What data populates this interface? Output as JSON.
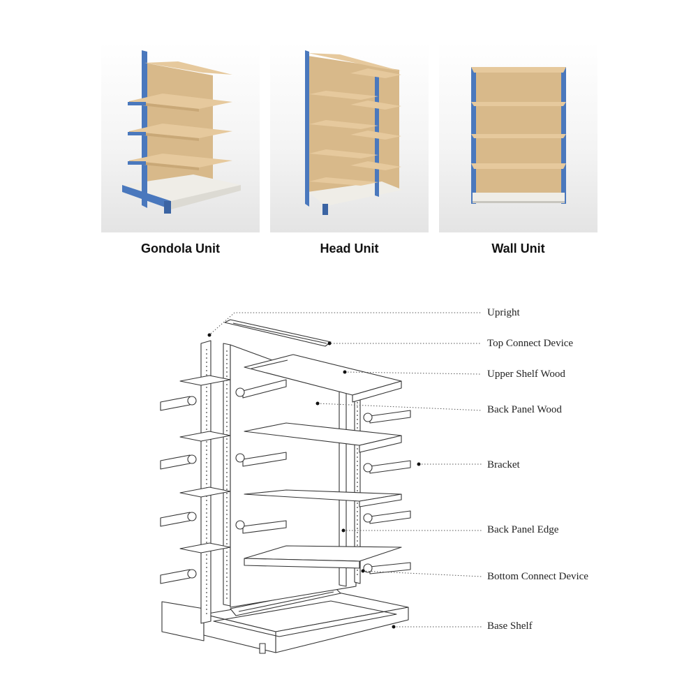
{
  "colors": {
    "upright_blue": "#4a78bd",
    "wood": "#e6c99d",
    "wood_dark": "#c9a877",
    "base_white": "#eeece6",
    "line_art": "#333333"
  },
  "units": [
    {
      "id": "gondola",
      "caption": "Gondola Unit"
    },
    {
      "id": "head",
      "caption": "Head Unit"
    },
    {
      "id": "wall",
      "caption": "Wall Unit"
    }
  ],
  "callouts": [
    {
      "id": "upright",
      "label": "Upright"
    },
    {
      "id": "top-connect-device",
      "label": "Top Connect Device"
    },
    {
      "id": "upper-shelf-wood",
      "label": "Upper Shelf Wood"
    },
    {
      "id": "back-panel-wood",
      "label": "Back Panel Wood"
    },
    {
      "id": "bracket",
      "label": "Bracket"
    },
    {
      "id": "back-panel-edge",
      "label": "Back Panel Edge"
    },
    {
      "id": "bottom-connect-device",
      "label": "Bottom Connect Device"
    },
    {
      "id": "base-shelf",
      "label": "Base Shelf"
    }
  ]
}
